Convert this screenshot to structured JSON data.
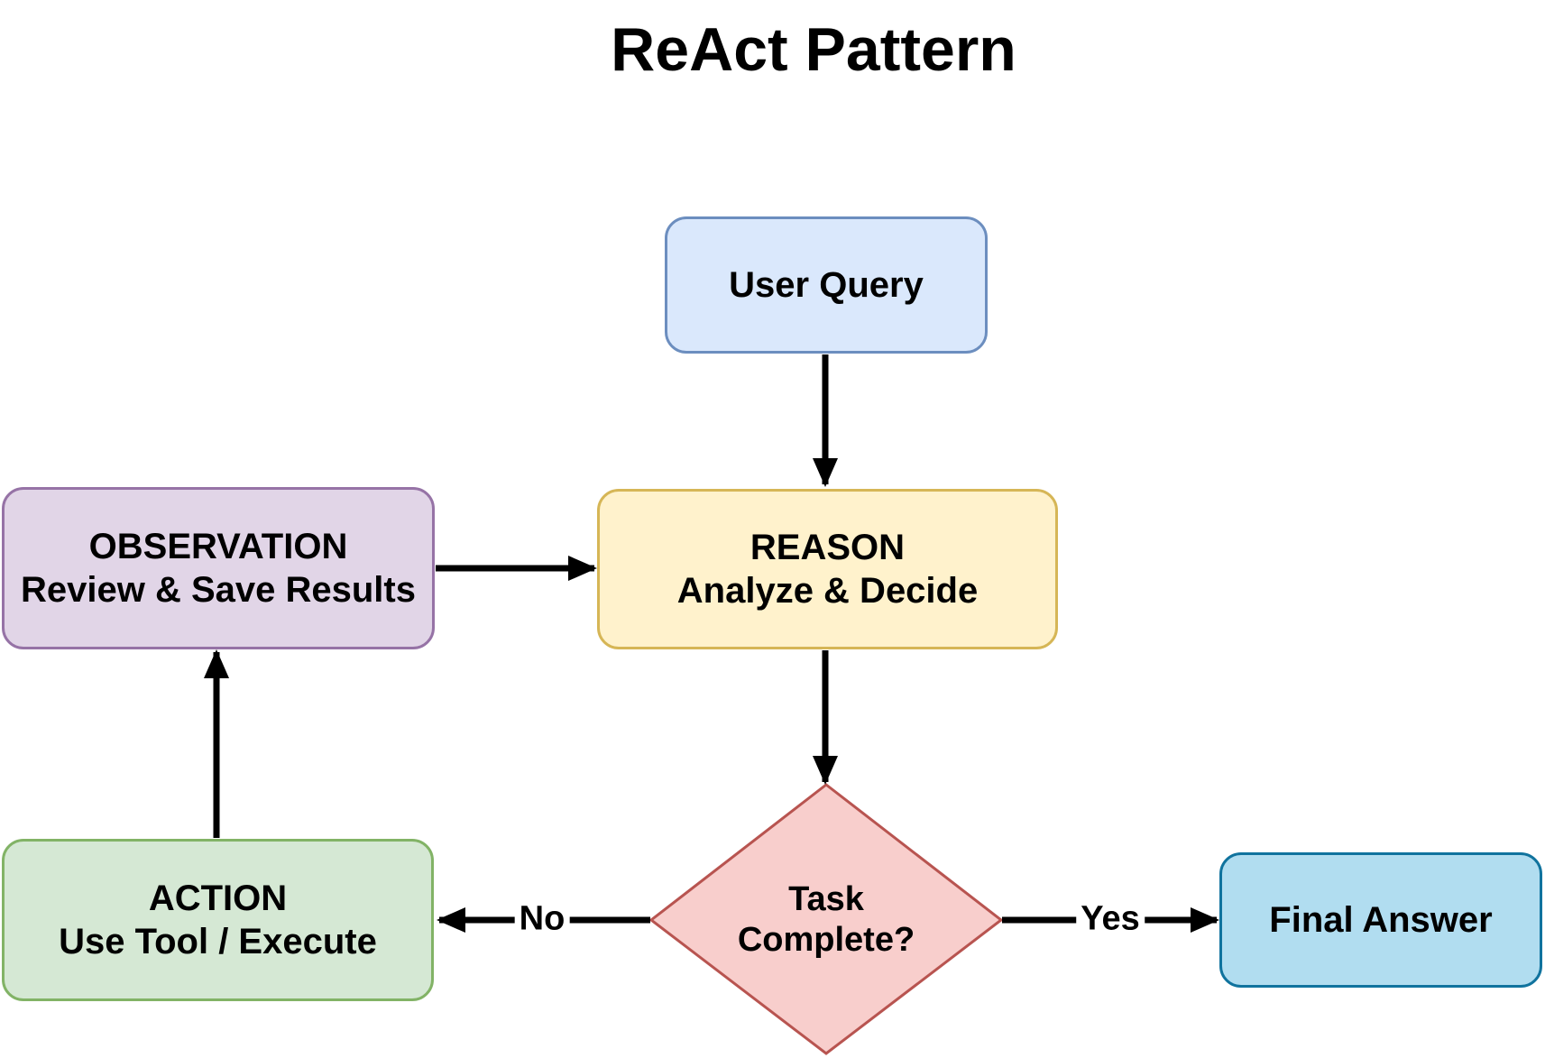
{
  "title": "ReAct Pattern",
  "nodes": {
    "user_query": {
      "label": "User Query",
      "fill": "#dae8fc",
      "stroke": "#6c8ebf"
    },
    "reason": {
      "line1": "REASON",
      "line2": "Analyze & Decide",
      "fill": "#fff2cc",
      "stroke": "#d6b656"
    },
    "observation": {
      "line1": "OBSERVATION",
      "line2": "Review & Save Results",
      "fill": "#e1d5e7",
      "stroke": "#9673a6"
    },
    "action": {
      "line1": "ACTION",
      "line2": "Use Tool / Execute",
      "fill": "#d5e8d4",
      "stroke": "#82b366"
    },
    "decision": {
      "line1": "Task",
      "line2": "Complete?",
      "fill": "#f8cecc",
      "stroke": "#b85450"
    },
    "final_answer": {
      "label": "Final Answer",
      "fill": "#b1ddf0",
      "stroke": "#10739e"
    }
  },
  "edge_labels": {
    "yes": "Yes",
    "no": "No"
  },
  "arrow_color": "#000000"
}
